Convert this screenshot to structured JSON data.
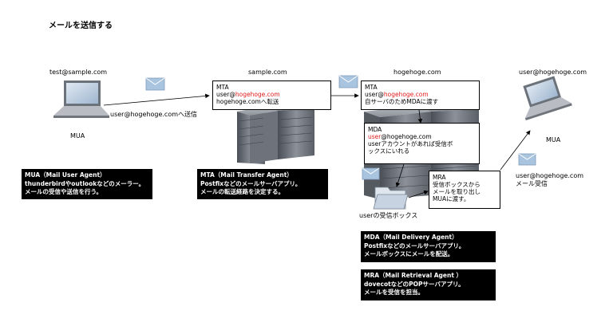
{
  "title": "メールを送信する",
  "sender": {
    "email": "test@sample.com",
    "name": "MUA"
  },
  "send_label": "user@hogehoge.comへ送信",
  "sample_host": "sample.com",
  "hogehoge_host": "hogehoge.com",
  "receiver": {
    "email": "user@hogehoge.com",
    "name": "MUA",
    "recv_email": "user@hogehoge.com",
    "recv_label": "メール受信"
  },
  "mta_sample": {
    "title": "MTA",
    "user_part": "user@",
    "domain_part": "hogehoge.com",
    "line3": "hogehoge.comへ転送"
  },
  "mta_hoge": {
    "title": "MTA",
    "user_part": "user@",
    "domain_part": "hogehoge.com",
    "line3": "自サーバのためMDAに渡す"
  },
  "mda": {
    "title": "MDA",
    "user_part": "user",
    "rest": "@hogehoge.com",
    "line3": "userアカウントがあれば受信ボ",
    "line4": "ックスにいれる"
  },
  "mra": {
    "title": "MRA",
    "line2": "受信ボックスから",
    "line3": "メールを取り出し",
    "line4": "MUAに渡す。"
  },
  "inbox_label": "userの受信ボックス",
  "notes": {
    "mua": [
      "MUA（Mail User Agent）",
      "thunderbirdやoutlookなどのメーラー。",
      "メールの受信や送信を行う。"
    ],
    "mta": [
      "MTA（Mail Transfer Agent）",
      "Postfixなどのメールサーバアプリ。",
      "メールの転送経路を決定する。"
    ],
    "mda": [
      "MDA（Mail Delivery Agent）",
      "Postfixなどのメールサーバアプリ。",
      "メールボックスにメールを配送。"
    ],
    "mra": [
      "MRA（Mail Retrieval Agent ）",
      "dovecotなどのPOPサーバアプリ。",
      "メールを受信を担当。"
    ]
  },
  "colors": {
    "accent_red": "#e21b1b",
    "note_bg": "#000000",
    "envelope": "#a9c4df"
  }
}
